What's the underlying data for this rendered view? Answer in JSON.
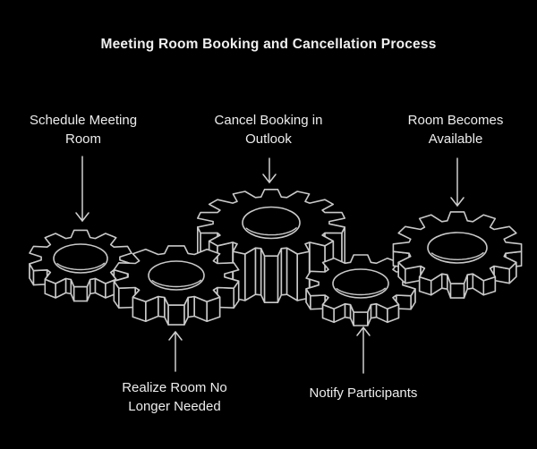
{
  "title": "Meeting Room Booking and Cancellation Process",
  "colors": {
    "background": "#000000",
    "line": "#c9c9c9",
    "arrow": "#cfcfcf",
    "text": "#ededed",
    "title_text": "#f0f0f0"
  },
  "steps": [
    {
      "id": "schedule",
      "label": "Schedule Meeting Room",
      "position": "top-left",
      "arrow": "down"
    },
    {
      "id": "cancel",
      "label": "Cancel Booking in Outlook",
      "position": "top-center",
      "arrow": "down"
    },
    {
      "id": "available",
      "label": "Room Becomes Available",
      "position": "top-right",
      "arrow": "down"
    },
    {
      "id": "realize",
      "label": "Realize Room No Longer Needed",
      "position": "bottom-left",
      "arrow": "up"
    },
    {
      "id": "notify",
      "label": "Notify Participants",
      "position": "bottom-center",
      "arrow": "up"
    }
  ],
  "illustration": {
    "description": "five interlocking 3D outline gears",
    "gear_count": 5
  }
}
